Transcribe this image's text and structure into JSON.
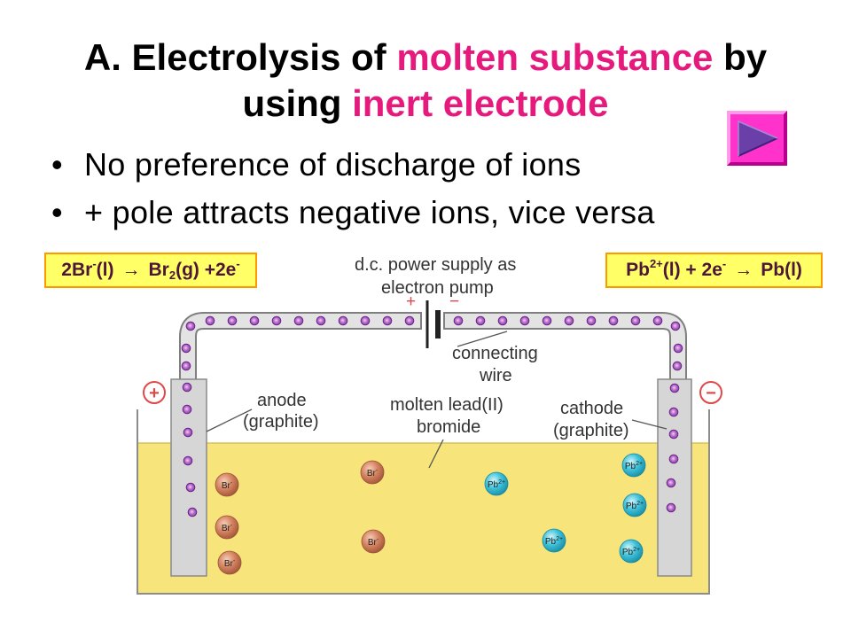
{
  "title": {
    "line1_prefix": "A. Electrolysis of ",
    "line1_highlight": "molten substance",
    "line1_suffix": " by",
    "line2_prefix": "using ",
    "line2_highlight": "inert electrode"
  },
  "bullet_marker": "•",
  "bullets": [
    "No preference of discharge of ions",
    "+ pole attracts negative ions, vice versa"
  ],
  "reactions": {
    "anode": {
      "t1": "2Br",
      "t1_sup": "-",
      "t2": "(l)",
      "arrow": "→",
      "t3": "Br",
      "t3_sub": "2",
      "t4": "(g) +2e",
      "t4_sup": "-"
    },
    "cathode": {
      "t1": "Pb",
      "t1_sup": "2+",
      "t2": "(l) + 2e",
      "t2_sup": "-",
      "arrow": "→",
      "t3": "Pb(l)"
    }
  },
  "diagram": {
    "power_supply_label": [
      "d.c. power supply as",
      "electron pump"
    ],
    "battery_positive": "+",
    "battery_negative": "−",
    "wire_label": [
      "connecting",
      "wire"
    ],
    "anode_label": [
      "anode",
      "(graphite)"
    ],
    "electrolyte_label": [
      "molten lead(II)",
      "bromide"
    ],
    "cathode_label": [
      "cathode",
      "(graphite)"
    ],
    "anode_terminal": "+",
    "cathode_terminal": "−"
  },
  "ions": {
    "bromide": {
      "symbol": "Br",
      "charge": "-"
    },
    "lead": {
      "symbol": "Pb",
      "charge": "2+"
    }
  },
  "nav": {
    "play_icon": "play-icon"
  },
  "colors": {
    "accent": "#E6197D",
    "reaction_box_fill": "#FFFF66",
    "reaction_box_border": "#FF9900",
    "reaction_text": "#4E1538",
    "electrolyte": "#F7E47B",
    "bromide_ion": "#D4835F",
    "lead_ion": "#3CC1D9",
    "electron": "#8A3AA6",
    "terminal": "#E04848",
    "play_button": "#FF33CC",
    "play_triangle": "#6B3FA8"
  }
}
